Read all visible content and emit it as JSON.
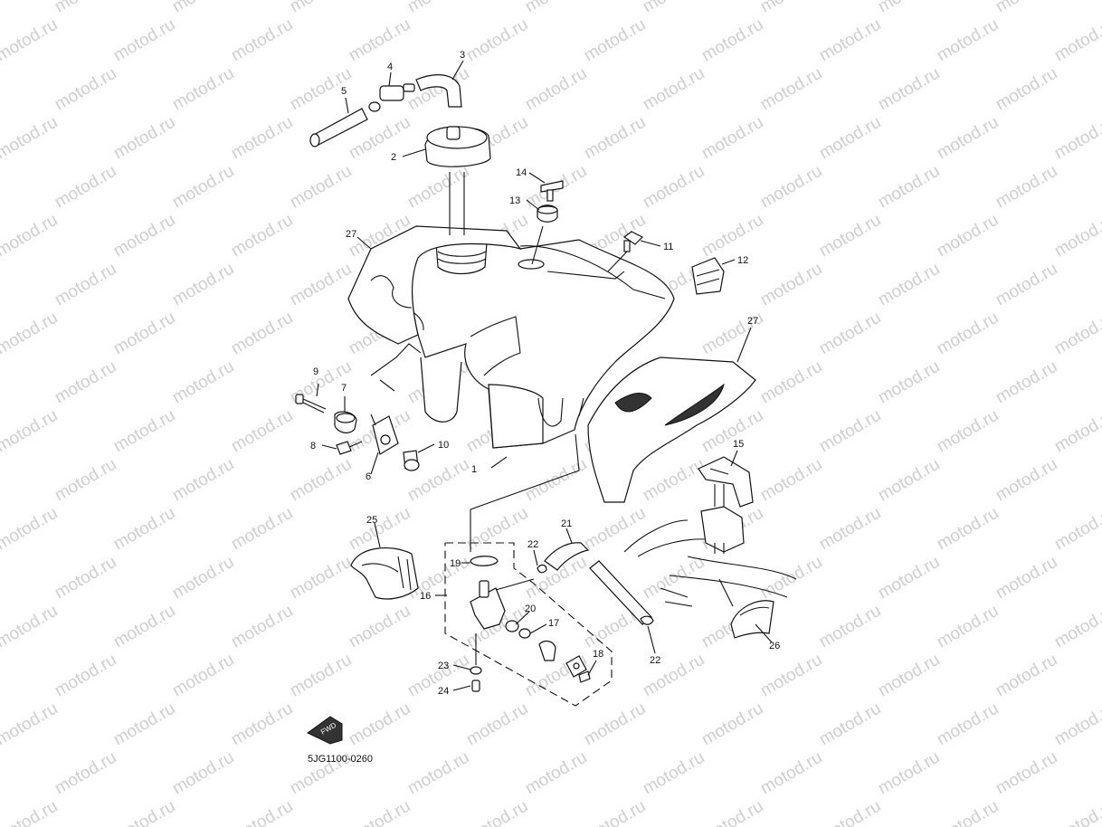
{
  "watermark_text": "motod.ru",
  "diagram_code": "5JG1100-0260",
  "fwd_label": "FWD",
  "callouts": [
    {
      "id": "c1",
      "label": "1"
    },
    {
      "id": "c2",
      "label": "2"
    },
    {
      "id": "c3",
      "label": "3"
    },
    {
      "id": "c4",
      "label": "4"
    },
    {
      "id": "c5",
      "label": "5"
    },
    {
      "id": "c6",
      "label": "6"
    },
    {
      "id": "c7",
      "label": "7"
    },
    {
      "id": "c8",
      "label": "8"
    },
    {
      "id": "c9",
      "label": "9"
    },
    {
      "id": "c10",
      "label": "10"
    },
    {
      "id": "c11",
      "label": "11"
    },
    {
      "id": "c12",
      "label": "12"
    },
    {
      "id": "c13",
      "label": "13"
    },
    {
      "id": "c14",
      "label": "14"
    },
    {
      "id": "c15",
      "label": "15"
    },
    {
      "id": "c16",
      "label": "16"
    },
    {
      "id": "c17",
      "label": "17"
    },
    {
      "id": "c18",
      "label": "18"
    },
    {
      "id": "c19",
      "label": "19"
    },
    {
      "id": "c20",
      "label": "20"
    },
    {
      "id": "c21",
      "label": "21"
    },
    {
      "id": "c22a",
      "label": "22"
    },
    {
      "id": "c22b",
      "label": "22"
    },
    {
      "id": "c23",
      "label": "23"
    },
    {
      "id": "c24",
      "label": "24"
    },
    {
      "id": "c25",
      "label": "25"
    },
    {
      "id": "c26",
      "label": "26"
    },
    {
      "id": "c27a",
      "label": "27"
    },
    {
      "id": "c27b",
      "label": "27"
    }
  ],
  "colors": {
    "ink": "#111111",
    "watermark": "#cfcfcf",
    "background": "#ffffff"
  }
}
